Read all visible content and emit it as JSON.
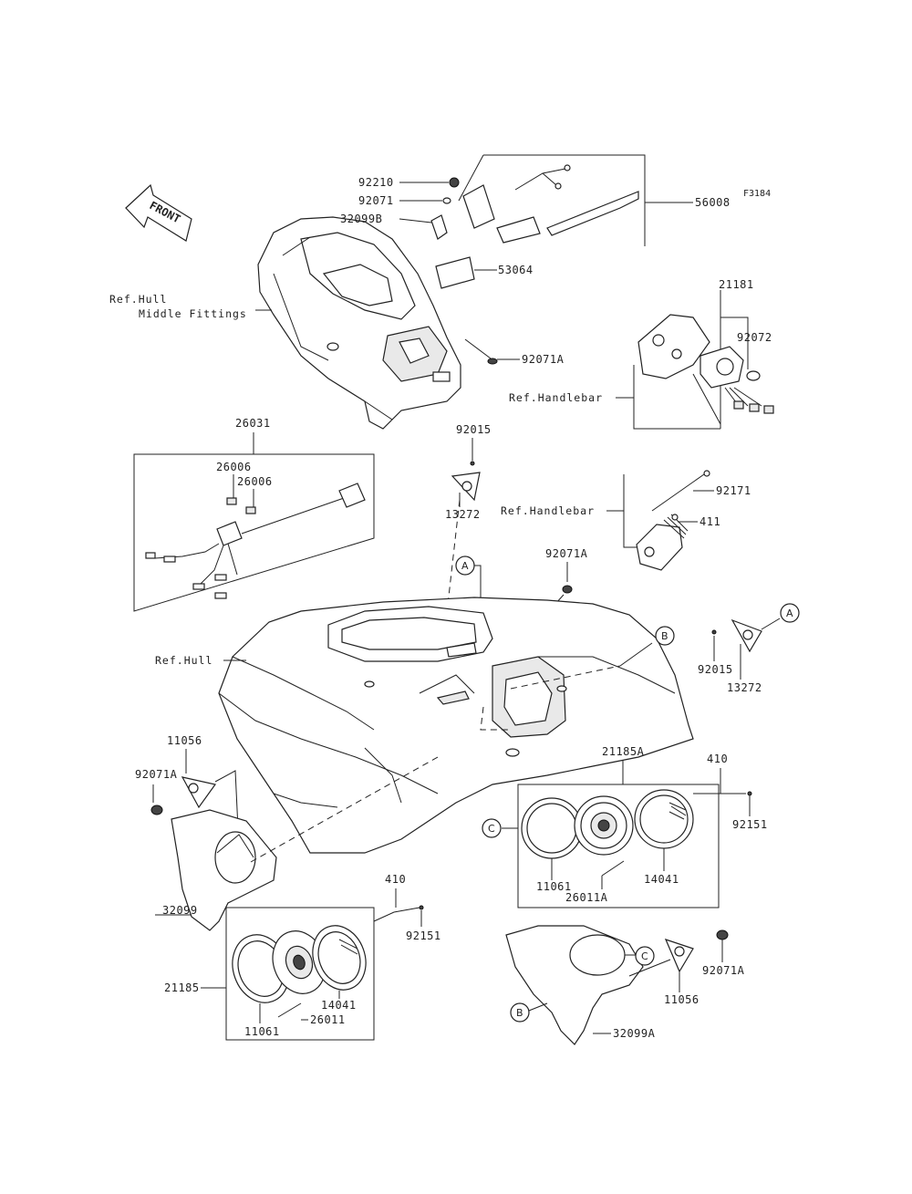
{
  "figure_id": "F3184",
  "front_label": "FRONT",
  "refs": {
    "hull_middle_line1": "Ref.Hull",
    "hull_middle_line2": "Middle Fittings",
    "handlebar_1": "Ref.Handlebar",
    "handlebar_2": "Ref.Handlebar",
    "hull": "Ref.Hull"
  },
  "callouts": {
    "a": "A",
    "b": "B",
    "c": "C"
  },
  "parts": {
    "p92210": "92210",
    "p92071_top": "92071",
    "p32099B": "32099B",
    "p56008": "56008",
    "p53064": "53064",
    "p92071A_top": "92071A",
    "p21181": "21181",
    "p92072": "92072",
    "p26031": "26031",
    "p26006_1": "26006",
    "p26006_2": "26006",
    "p92015_center": "92015",
    "p13272_center": "13272",
    "p92171": "92171",
    "p411": "411",
    "p92071A_mid": "92071A",
    "p92015_right": "92015",
    "p13272_right": "13272",
    "p11056_left": "11056",
    "p92071A_left": "92071A",
    "p21185A": "21185A",
    "p410_right": "410",
    "p92151_right": "92151",
    "p11061_right": "11061",
    "p14041_right": "14041",
    "p26011A": "26011A",
    "p32099": "32099",
    "p410_left": "410",
    "p92151_left": "92151",
    "p21185": "21185",
    "p14041_left": "14041",
    "p26011": "26011",
    "p11061_left": "11061",
    "p92071A_right": "92071A",
    "p11056_right": "11056",
    "p32099A": "32099A"
  }
}
